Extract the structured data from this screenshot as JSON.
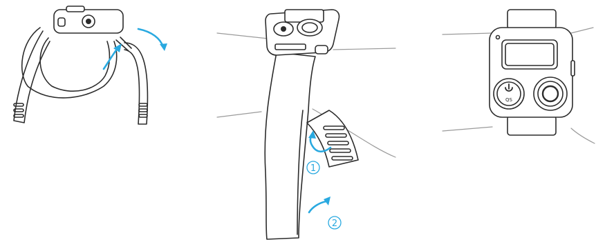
{
  "panels": [
    {
      "id": "thread-strap",
      "steps": []
    },
    {
      "id": "wrap-strap",
      "steps": [
        "1",
        "2"
      ]
    },
    {
      "id": "worn-remote",
      "steps": []
    }
  ],
  "remote": {
    "qs_label": "QS"
  },
  "colors": {
    "line": "#2b2b2b",
    "arrow": "#29a9e0",
    "background": "#ffffff"
  },
  "icons": [
    "power-icon",
    "shutter-button-icon",
    "brand-logo-icon",
    "curved-arrow-icon"
  ]
}
